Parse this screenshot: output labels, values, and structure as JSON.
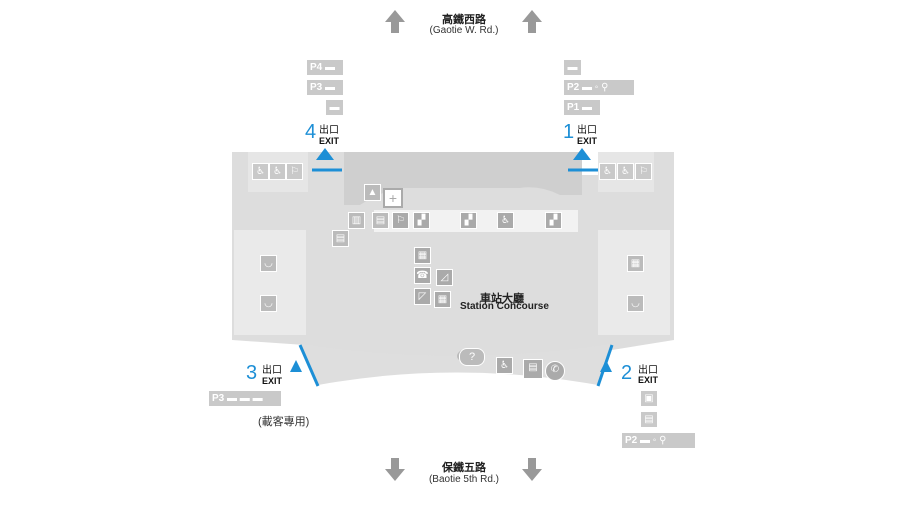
{
  "roads": {
    "north": {
      "name_zh": "高鐵西路",
      "name_en": "(Gaotie W. Rd.)"
    },
    "south": {
      "name_zh": "保鐵五路",
      "name_en": "(Baotie 5th Rd.)"
    }
  },
  "concourse": {
    "name_zh": "車站大廳",
    "name_en": "Station Concourse"
  },
  "exits": [
    {
      "number": "1",
      "label_zh": "出口",
      "label_en": "EXIT"
    },
    {
      "number": "2",
      "label_zh": "出口",
      "label_en": "EXIT"
    },
    {
      "number": "3",
      "label_zh": "出口",
      "label_en": "EXIT",
      "note": "(載客專用)"
    },
    {
      "number": "4",
      "label_zh": "出口",
      "label_en": "EXIT"
    }
  ],
  "parking": {
    "p1": "P1",
    "p2": "P2",
    "p3": "P3",
    "p4": "P4"
  },
  "icons": {
    "arrow_up": "arrow-up-icon",
    "arrow_down": "arrow-down-icon",
    "car": "car-icon",
    "scooter": "scooter-icon",
    "bicycle": "bicycle-icon",
    "taxi": "taxi-icon",
    "bus": "bus-icon",
    "restroom": "restroom-icon",
    "accessible": "wheelchair-icon",
    "nursing": "nursing-room-icon",
    "food": "restaurant-icon",
    "gift": "gift-shop-icon",
    "info": "information-icon",
    "first_aid": "first-aid-icon",
    "phone": "telephone-icon",
    "escalator": "escalator-icon",
    "ticket_gate": "ticket-gate-icon"
  },
  "colors": {
    "accent": "#1d8fd6",
    "floor": "#d9d9d9",
    "icon_bg": "#c9c9c9"
  }
}
